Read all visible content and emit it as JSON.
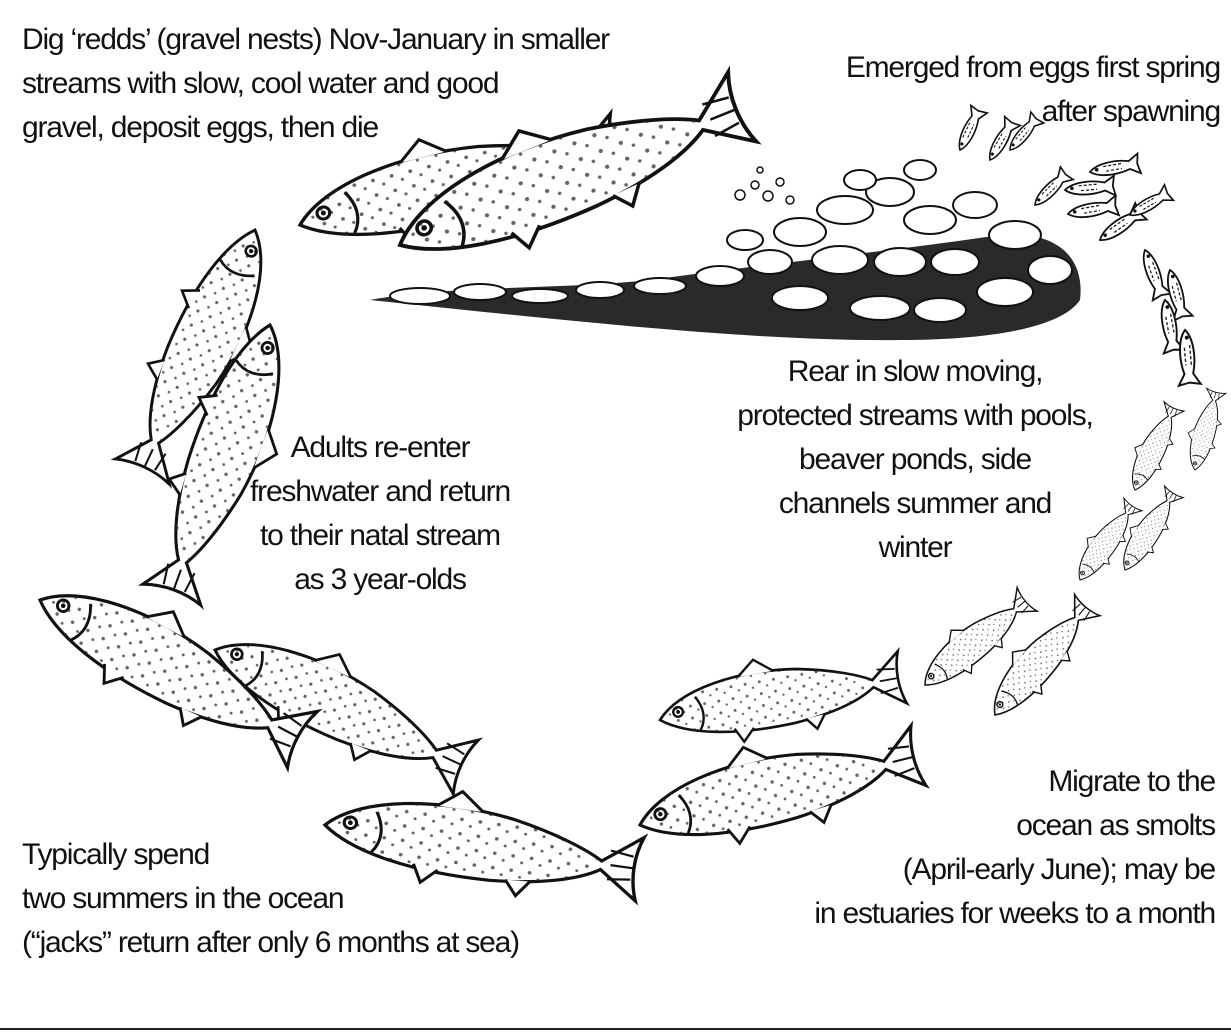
{
  "stages": {
    "spawning": "Dig ‘redds’ (gravel nests) Nov-January in smaller\nstreams with slow, cool water and good\ngravel, deposit eggs, then die",
    "emergence": "Emerged from eggs first spring\nafter spawning",
    "rearing": "Rear in slow moving,\nprotected streams with pools,\nbeaver ponds, side\nchannels summer and\nwinter",
    "return": "Adults re-enter\nfreshwater and return\nto their natal stream\nas 3 year-olds",
    "migration": "Migrate to the\nocean as smolts\n(April-early June); may be\nin estuaries for weeks to a month",
    "ocean": "Typically spend\ntwo summers in the ocean\n(“jacks” return after only 6 months at sea)"
  },
  "colors": {
    "ink": "#111111",
    "background": "#ffffff"
  }
}
